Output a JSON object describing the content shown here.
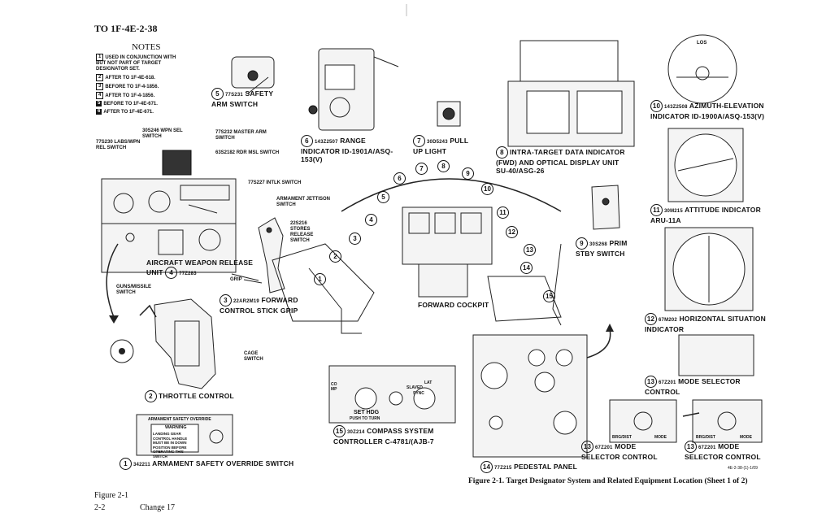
{
  "header": {
    "to_number": "TO 1F-4E-2-38"
  },
  "notes": {
    "title": "NOTES",
    "items": [
      {
        "tag": "1",
        "text": "USED IN CONJUNCTION WITH BUT NOT PART OF TARGET DESIGNATOR SET."
      },
      {
        "tag": "2",
        "text": "AFTER TO 1F-4E-618."
      },
      {
        "tag": "3",
        "text": "BEFORE TO 1F-4-1856."
      },
      {
        "tag": "4",
        "text": "AFTER TO 1F-4-1856."
      },
      {
        "tag": "5",
        "text": "BEFORE TO 1F-4E-671."
      },
      {
        "tag": "6",
        "text": "AFTER TO 1F-4E-671."
      }
    ]
  },
  "callouts": {
    "c1": {
      "num": "1",
      "part": "342211",
      "title": "ARMAMENT SAFETY OVERRIDE SWITCH"
    },
    "c2": {
      "num": "2",
      "title": "THROTTLE CONTROL"
    },
    "c3": {
      "num": "3",
      "part": "22AR2M19",
      "title": "FORWARD CONTROL STICK GRIP"
    },
    "c4": {
      "num": "4",
      "part": "77Z283",
      "title": "AIRCRAFT WEAPON RELEASE UNIT"
    },
    "c5": {
      "num": "5",
      "part": "77S231",
      "title": "SAFETY ARM SWITCH"
    },
    "c6": {
      "num": "6",
      "part": "143Z2507",
      "title": "RANGE INDICATOR ID-1901A/ASQ-153(V)"
    },
    "c7": {
      "num": "7",
      "part": "30D5243",
      "title": "PULL UP LIGHT"
    },
    "c8": {
      "num": "8",
      "title": "INTRA-TARGET DATA INDICATOR (FWD) AND OPTICAL DISPLAY UNIT",
      "sub": "SU-40/ASG-26"
    },
    "c9": {
      "num": "9",
      "part": "30S268",
      "title": "PRIM STBY SWITCH"
    },
    "c10": {
      "num": "10",
      "part": "143Z2508",
      "title": "AZIMUTH-ELEVATION INDICATOR ID-1900A/ASQ-153(V)"
    },
    "c11": {
      "num": "11",
      "part": "30M215",
      "title": "ATTITUDE INDICATOR ARU-11A"
    },
    "c12": {
      "num": "12",
      "part": "67M202",
      "title": "HORIZONTAL SITUATION INDICATOR"
    },
    "c13a": {
      "num": "13",
      "part": "67Z201",
      "title": "MODE SELECTOR CONTROL"
    },
    "c13b": {
      "num": "13",
      "part": "67Z201",
      "title": "MODE SELECTOR CONTROL"
    },
    "c13c": {
      "num": "13",
      "part": "67Z201",
      "title": "MODE SELECTOR CONTROL"
    },
    "c14": {
      "num": "14",
      "part": "77Z215",
      "title": "PEDESTAL PANEL"
    },
    "c15": {
      "num": "15",
      "part": "30Z214",
      "title": "COMPASS SYSTEM CONTROLLER C-4781/(AJB-7"
    }
  },
  "labels": {
    "wpn_sel": "30S246 WPN SEL SWITCH",
    "labs": "77S230 LABS/WPN REL SWITCH",
    "master_arm": "77S232 MASTER ARM SWITCH",
    "rdr_msl": "63S2182 RDR MSL SWITCH",
    "intlk": "77S227 INTLK SWITCH",
    "arm_jett": "ARMAMENT JETTISON SWITCH",
    "stores": "22S216 STORES RELEASE SWITCH",
    "grip": "GRIP",
    "guns": "GUNS/MISSILE SWITCH",
    "cage": "CAGE SWITCH",
    "fwd_cockpit": "FORWARD COCKPIT",
    "warning_head": "ARMAMENT SAFETY OVERRIDE",
    "warning_title": "WARNING",
    "warning_body": "LANDING GEAR CONTROL HANDLE MUST BE IN DOWN POSITION BEFORE OPERATING THIS SWITCH",
    "set_hdg": "SET HDG",
    "push_turn": "PUSH TO TURN",
    "comp": "COMP",
    "slaved": "SLAVED",
    "sync": "SYNC",
    "lat": "LAT",
    "brg_dist": "BRG/DIST",
    "mode": "MODE",
    "los": "LOS"
  },
  "cockpit_numbers": [
    "1",
    "2",
    "3",
    "4",
    "5",
    "6",
    "7",
    "8",
    "9",
    "10",
    "11",
    "12",
    "13",
    "14",
    "15"
  ],
  "figure": {
    "caption": "Figure 2-1. Target Designator System and Related Equipment Location (Sheet 1 of 2)",
    "code": "4E-2-38-(1)-1/09",
    "label": "Figure 2-1",
    "page": "2-2",
    "change": "Change 17"
  }
}
